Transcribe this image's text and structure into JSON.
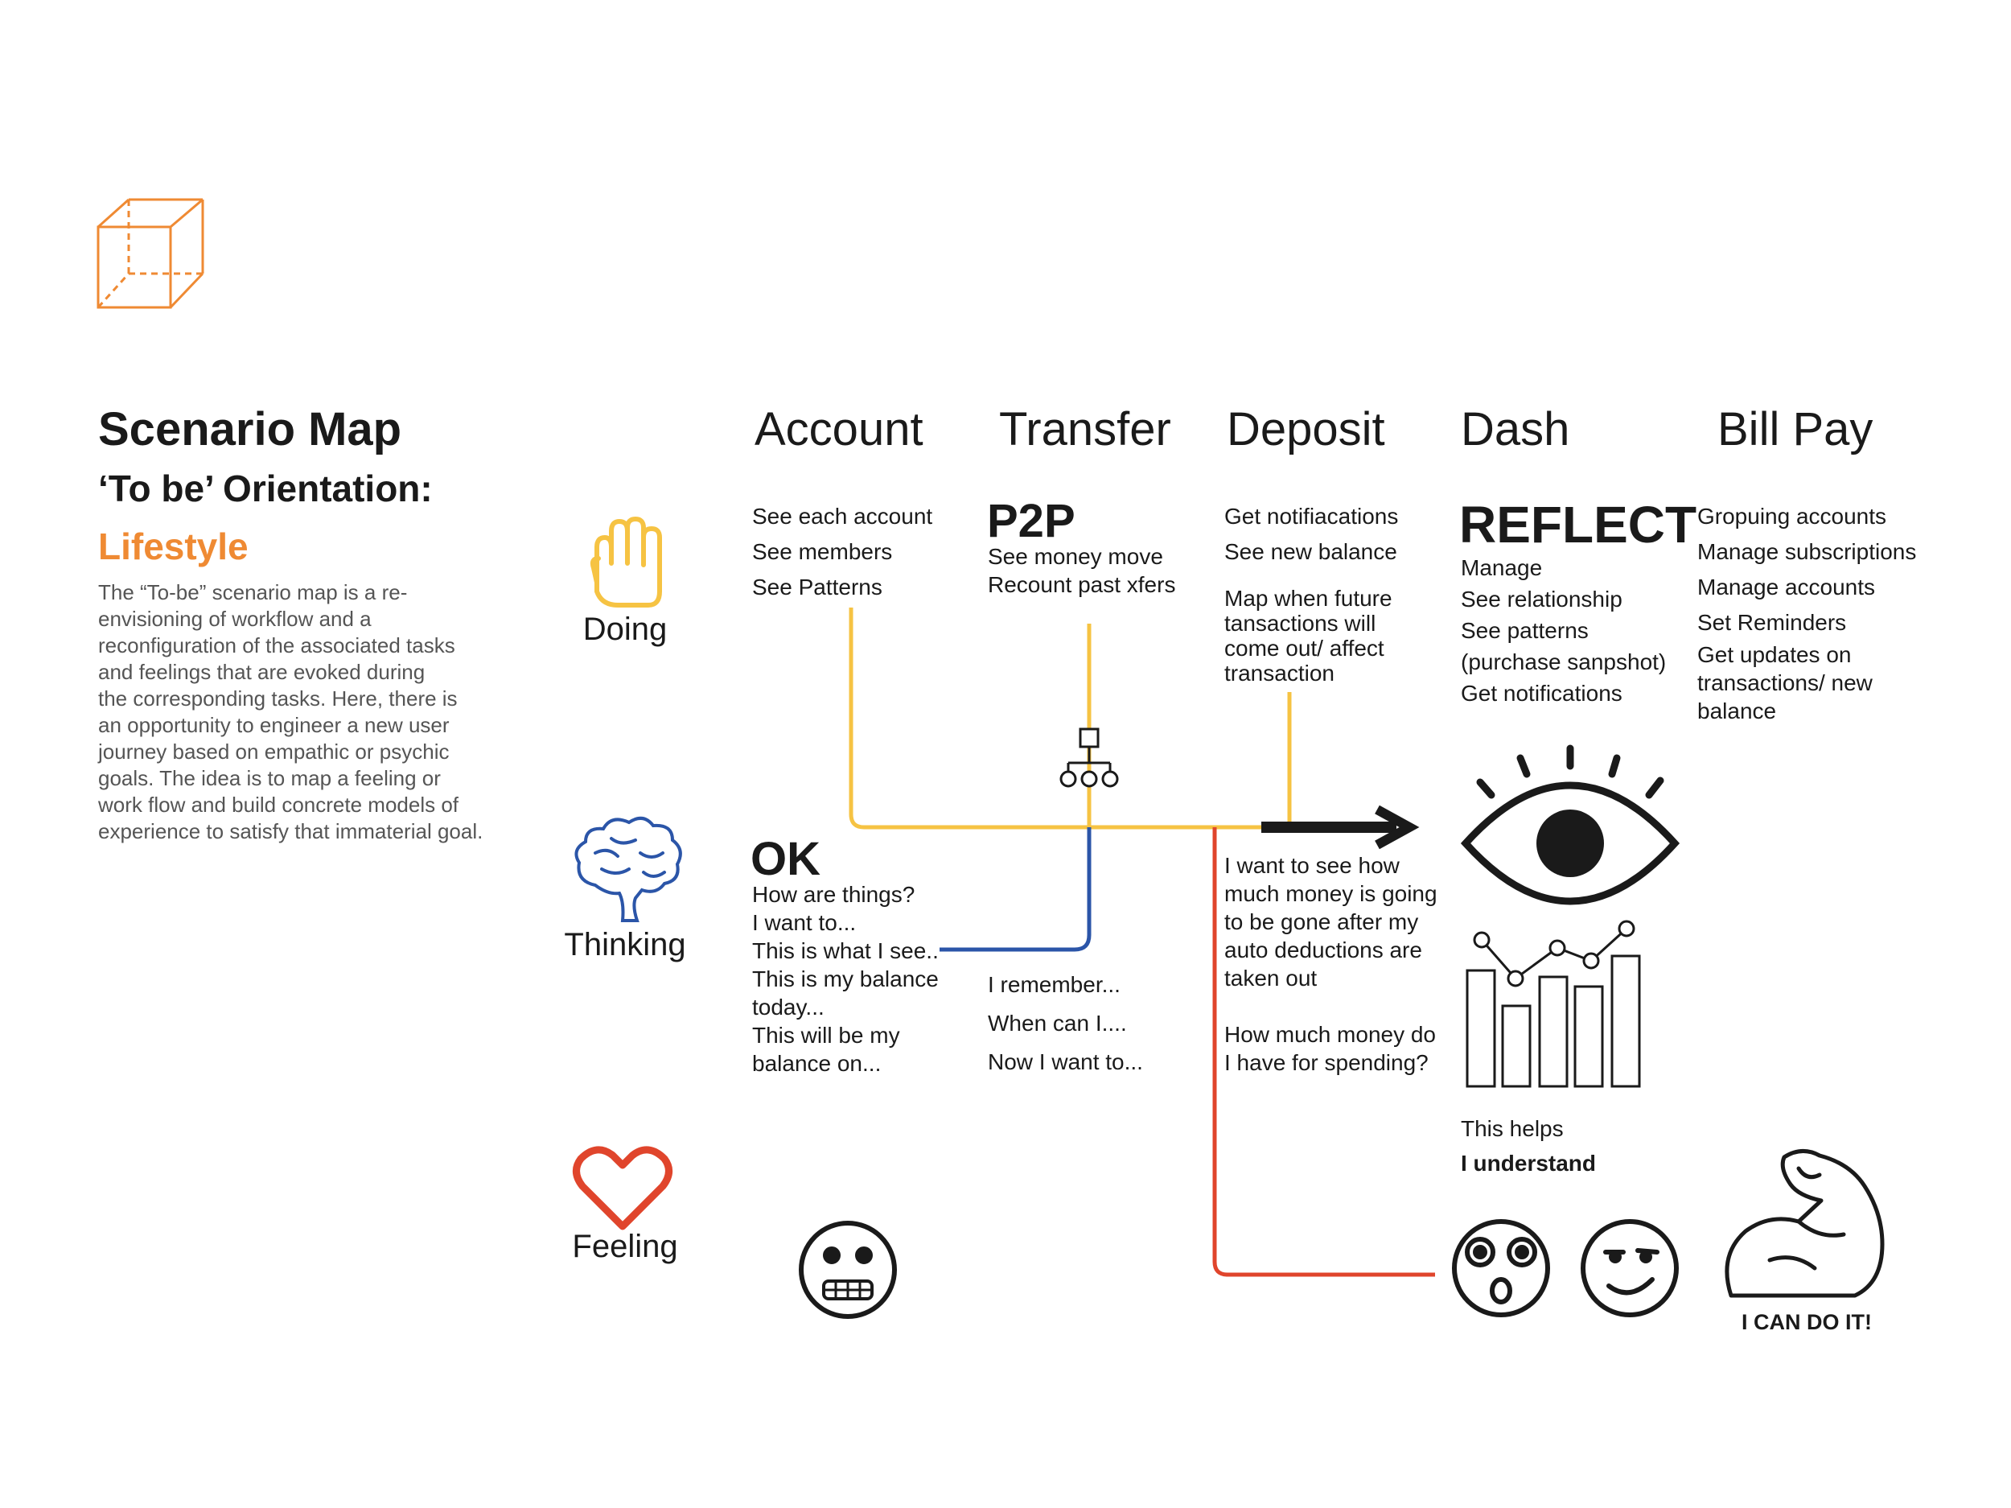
{
  "title": "Scenario Map",
  "subtitle": "‘To be’ Orientation:",
  "lifestyle": "Lifestyle",
  "description_lines": [
    "The “To-be” scenario map is a re-",
    "envisioning of workflow and a",
    "reconfiguration of the associated tasks",
    "and feelings that are evoked during",
    "the corresponding tasks. Here, there is",
    "an opportunity to engineer a new user",
    "journey based on empathic or psychic",
    "goals. The idea is to map a feeling or",
    "work flow and build concrete models of",
    "experience to satisfy that immaterial goal."
  ],
  "columns": [
    "Account",
    "Transfer",
    "Deposit",
    "Dash",
    "Bill Pay"
  ],
  "rows": [
    "Doing",
    "Thinking",
    "Feeling"
  ],
  "account": {
    "doing": [
      "See each account",
      "See members",
      "See Patterns"
    ],
    "thinking_head": "OK",
    "thinking": [
      "How are things?",
      "I want to...",
      "This is what I see..",
      "This is my balance",
      "today...",
      "This will be my",
      "balance on..."
    ]
  },
  "transfer": {
    "doing_head": "P2P",
    "doing": [
      "See money move",
      "Recount past xfers"
    ],
    "thinking": [
      "I remember...",
      "When can I....",
      "Now I want to..."
    ]
  },
  "deposit": {
    "doing_a": [
      "Get notifiacations",
      "See new balance"
    ],
    "doing_b": [
      "Map when future",
      "tansactions will",
      "come out/ affect",
      "transaction"
    ],
    "thinking_a": [
      "I want to see how",
      "much money is going",
      "to be gone after my",
      "auto deductions are",
      "taken out"
    ],
    "thinking_b": [
      "How much money do",
      "I have for spending?"
    ]
  },
  "dash": {
    "doing_head": "REFLECT",
    "doing": [
      "Manage",
      "See relationship",
      "See patterns",
      "(purchase sanpshot)",
      "Get notifications"
    ],
    "helps": "This helps",
    "understand": "I understand"
  },
  "billpay": {
    "doing": [
      "Gropuing accounts",
      "Manage subscriptions",
      "Manage accounts",
      "Set Reminders",
      "Get updates on",
      "transactions/ new",
      "balance"
    ],
    "cheer": "I CAN DO IT!"
  },
  "colors": {
    "orange": "#ef8a33",
    "yellow": "#f6c343",
    "blue": "#2b55a8",
    "red": "#e0452c",
    "text": "#1a1a1a"
  },
  "icons": [
    "cube-icon",
    "hand-icon",
    "brain-icon",
    "heart-icon",
    "grimace-face-icon",
    "network-icon",
    "arrow-icon",
    "eye-icon",
    "bar-chart-icon",
    "surprised-face-icon",
    "smirk-face-icon",
    "flexed-arm-icon"
  ]
}
